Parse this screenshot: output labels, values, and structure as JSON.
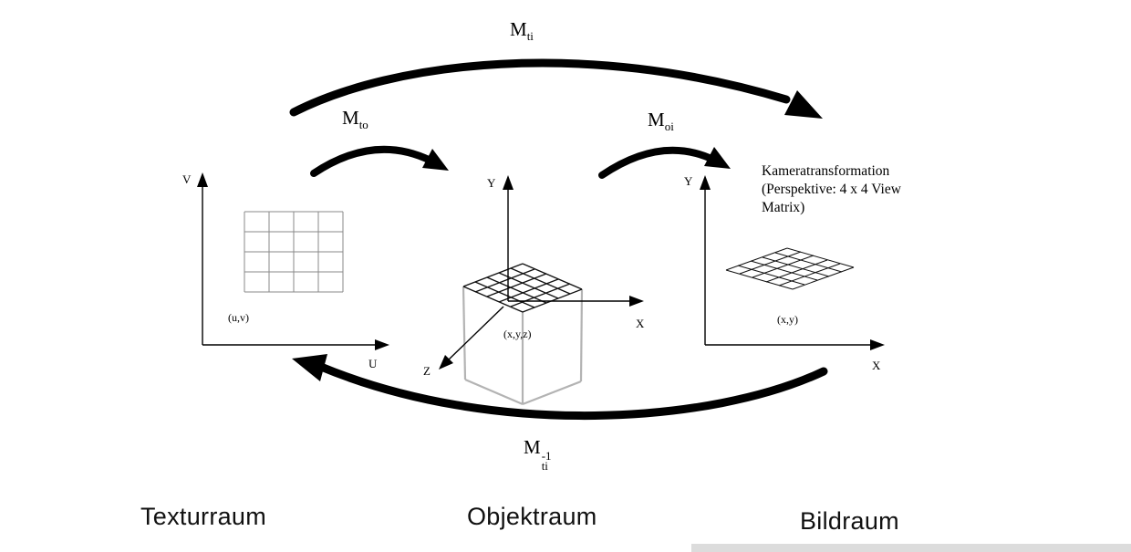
{
  "arrows": {
    "m_ti": {
      "base": "M",
      "sub": "ti"
    },
    "m_to": {
      "base": "M",
      "sub": "to"
    },
    "m_oi": {
      "base": "M",
      "sub": "oi"
    },
    "m_ti_inv": {
      "base": "M",
      "sub": "ti",
      "sup": "-1"
    }
  },
  "spaces": {
    "texture": {
      "axis_v": "V",
      "axis_u": "U",
      "coords": "(u,v)",
      "title": "Texturraum"
    },
    "object": {
      "axis_y": "Y",
      "axis_x": "X",
      "axis_z": "Z",
      "coords": "(x,y,z)",
      "title": "Objektraum"
    },
    "image": {
      "axis_y": "Y",
      "axis_x": "X",
      "coords": "(x,y)",
      "title": "Bildraum"
    }
  },
  "camera_note": {
    "line1": "Kameratransformation",
    "line2": "(Perspektive: 4 x 4 View",
    "line3": "Matrix)"
  },
  "colors": {
    "ink": "#000000",
    "cube_gray": "#b3b3b3",
    "grid_gray": "#8a8a8a"
  }
}
